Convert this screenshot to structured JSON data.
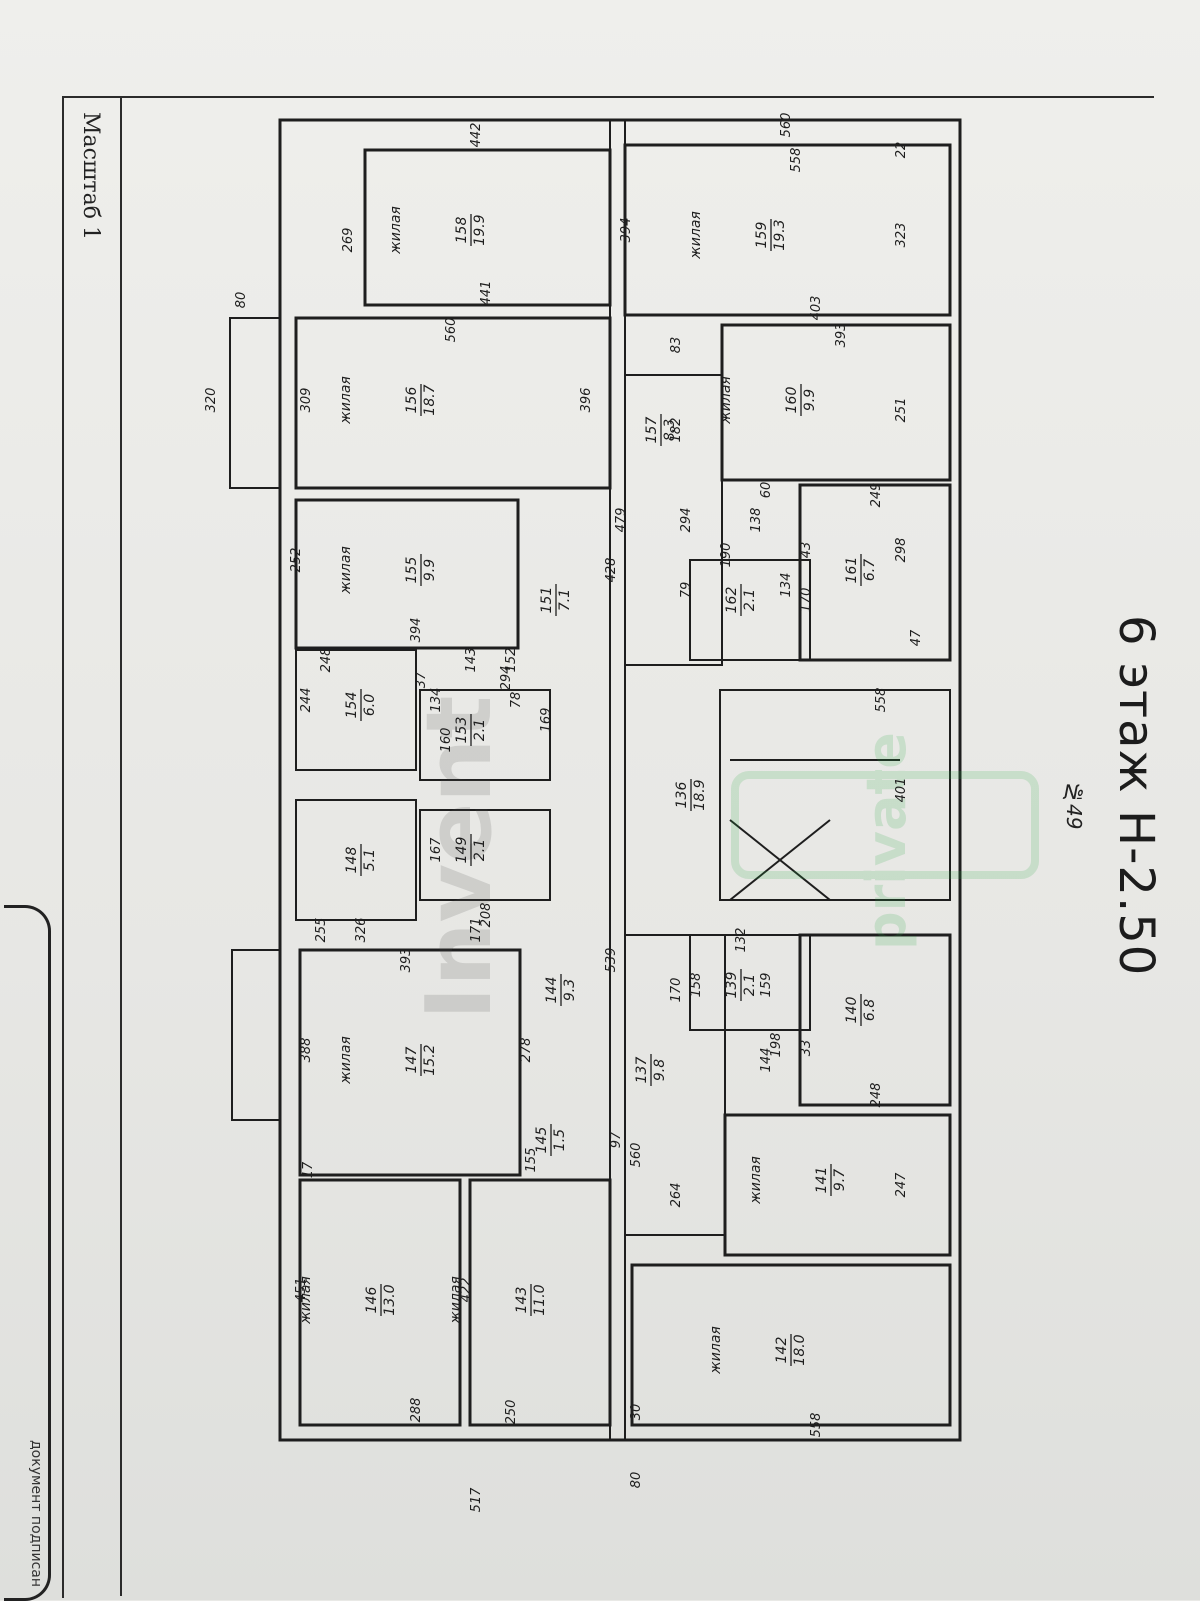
{
  "header": {
    "floor_title": "6 этаж Н-2.50",
    "plan_number": "№49",
    "scale_label": "Масштаб 1"
  },
  "stamp_text": "документ подписан",
  "watermark": {
    "brand": "Invent",
    "badge": "private"
  },
  "rooms": [
    {
      "id": "158",
      "area": "19.9",
      "type": "жилая"
    },
    {
      "id": "159",
      "area": "19.3",
      "type": "жилая"
    },
    {
      "id": "156",
      "area": "18.7",
      "type": "жилая"
    },
    {
      "id": "160",
      "area": "9.9",
      "type": "жилая"
    },
    {
      "id": "155",
      "area": "9.9",
      "type": "жилая"
    },
    {
      "id": "157",
      "area": "8.3",
      "type": ""
    },
    {
      "id": "161",
      "area": "6.7",
      "type": ""
    },
    {
      "id": "151",
      "area": "7.1",
      "type": ""
    },
    {
      "id": "162",
      "area": "2.1",
      "type": ""
    },
    {
      "id": "154",
      "area": "6.0",
      "type": ""
    },
    {
      "id": "153",
      "area": "2.1",
      "type": ""
    },
    {
      "id": "136",
      "area": "18.9",
      "type": ""
    },
    {
      "id": "148",
      "area": "5.1",
      "type": ""
    },
    {
      "id": "149",
      "area": "2.1",
      "type": ""
    },
    {
      "id": "139",
      "area": "2.1",
      "type": ""
    },
    {
      "id": "140",
      "area": "6.8",
      "type": ""
    },
    {
      "id": "147",
      "area": "15.2",
      "type": "жилая"
    },
    {
      "id": "144",
      "area": "9.3",
      "type": ""
    },
    {
      "id": "137",
      "area": "9.8",
      "type": ""
    },
    {
      "id": "145",
      "area": "1.5",
      "type": ""
    },
    {
      "id": "141",
      "area": "9.7",
      "type": "жилая"
    },
    {
      "id": "146",
      "area": "13.0",
      "type": "жилая"
    },
    {
      "id": "143",
      "area": "11.0",
      "type": "жилая"
    },
    {
      "id": "142",
      "area": "18.0",
      "type": "жилая"
    }
  ],
  "dimensions": [
    "442",
    "560",
    "558",
    "22",
    "323",
    "394",
    "269",
    "441",
    "80",
    "403",
    "393",
    "251",
    "83",
    "560",
    "309",
    "320",
    "396",
    "182",
    "249",
    "298",
    "252",
    "394",
    "428",
    "479",
    "294",
    "190",
    "138",
    "60",
    "43",
    "170",
    "134",
    "79",
    "248",
    "143",
    "152",
    "294",
    "37",
    "134",
    "160",
    "78",
    "169",
    "47",
    "558",
    "401",
    "244",
    "167",
    "208",
    "171",
    "326",
    "539",
    "255",
    "393",
    "388",
    "278",
    "170",
    "158",
    "132",
    "159",
    "198",
    "144",
    "33",
    "248",
    "560",
    "97",
    "155",
    "264",
    "247",
    "451",
    "422",
    "288",
    "250",
    "558",
    "30",
    "517",
    "80",
    "17"
  ]
}
